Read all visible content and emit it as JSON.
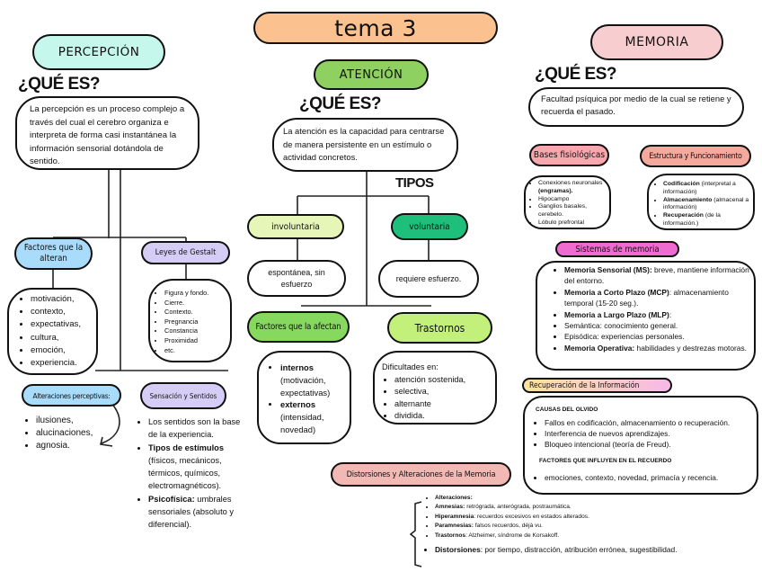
{
  "title": "tema 3",
  "colors": {
    "title_bg": "#fbc28f",
    "percepcion_bg": "#c5f7ec",
    "atencion_bg": "#8ed160",
    "memoria_bg": "#f7cdd0",
    "blue_bg": "#a9dcfa",
    "lavender_bg": "#d6cdf7",
    "light_green_bg": "#e6f6b9",
    "teal_bg": "#1dbf7b",
    "green_bg": "#86d95e",
    "lime_bg": "#c3f07a",
    "pink_bg": "#f7a7ad",
    "salmon_bg": "#f5a89c",
    "magenta_bg": "#f06bd0",
    "distorsion_bg": "#f2b8b4"
  },
  "percepcion": {
    "header": "PERCEPCIÓN",
    "question": "¿QUÉ ES?",
    "definition": "La percepción es un proceso complejo a través del cual el cerebro organiza e interpreta de forma casi instantánea la información sensorial dotándola de sentido.",
    "factores": {
      "label": "Factores que la alteran",
      "items": [
        "motivación,",
        "contexto,",
        "expectativas,",
        "cultura,",
        "emoción,",
        "experiencia."
      ]
    },
    "gestalt": {
      "label": "Leyes de Gestalt",
      "items": [
        "Figura y fondo.",
        "Cierre.",
        "Contexto.",
        "Pregnancia",
        "Constancia",
        "Proximidad",
        "etc."
      ]
    },
    "alteraciones": {
      "label": "Alteraciones perceptivas:",
      "items": [
        "ilusiones,",
        "alucinaciones,",
        "agnosia."
      ]
    },
    "sensacion": {
      "label": "Sensación y Sentidos",
      "items": [
        {
          "bold": "",
          "text": "Los sentidos son la base de la experiencia."
        },
        {
          "bold": "Tipos de estímulos",
          "text": " (físicos, mecánicos, térmicos, químicos, electromagnéticos)."
        },
        {
          "bold": "Psicofísica:",
          "text": " umbrales sensoriales (absoluto y diferencial)."
        }
      ]
    }
  },
  "atencion": {
    "header": "ATENCIÓN",
    "question": "¿QUÉ ES?",
    "definition": "La atención es la capacidad para centrarse de manera persistente en un estímulo o actividad concretos.",
    "tipos_label": "TIPOS",
    "involuntaria": {
      "label": "involuntaria",
      "desc": "espontánea, sin esfuerzo"
    },
    "voluntaria": {
      "label": "voluntaria",
      "desc": "requiere esfuerzo."
    },
    "factores": {
      "label": "Factores que la afectan",
      "items": [
        {
          "bold": "internos",
          "text": "(motivación, expectativas)"
        },
        {
          "bold": "externos",
          "text": "(intensidad, novedad)"
        }
      ]
    },
    "trastornos": {
      "label": "Trastornos",
      "intro": "Dificultades en:",
      "items": [
        "atención sostenida,",
        "selectiva,",
        "alternante",
        "dividida."
      ]
    }
  },
  "memoria": {
    "header": "MEMORIA",
    "question": "¿QUÉ ES?",
    "definition": "Facultad psíquica por medio de la cual se retiene y recuerda el pasado.",
    "bases": {
      "label": "Bases fisiológicas",
      "items": [
        {
          "text": "Conexiones neuronales ",
          "bold": "(engramas)."
        },
        {
          "text": "Hipocampo",
          "bold": ""
        },
        {
          "text": "Ganglios basales, cerebelo.",
          "bold": ""
        },
        {
          "text": "Lóbulo prefrontal",
          "bold": ""
        }
      ]
    },
    "estructura": {
      "label": "Estructura y Funcionamiento",
      "items": [
        {
          "bold": "Codificación",
          "text": " (interpretal a información)"
        },
        {
          "bold": "Almacenamiento",
          "text": " (almacenal a información)"
        },
        {
          "bold": "Recuperación",
          "text": " (de la información.)"
        }
      ]
    },
    "sistemas": {
      "label": "Sistemas de memoria",
      "items": [
        {
          "bold": "Memoria Sensorial (MS):",
          "text": " breve, mantiene información del entorno."
        },
        {
          "bold": "Memoria a Corto Plazo (MCP)",
          "text": ": almacenamiento temporal (15-20 seg.)."
        },
        {
          "bold": "Memoria a Largo Plazo (MLP)",
          "text": ":"
        },
        {
          "bold": "",
          "text": "Semántica: conocimiento general."
        },
        {
          "bold": "",
          "text": "Episódica: experiencias personales."
        },
        {
          "bold": "Memoria Operativa:",
          "text": " habilidades y destrezas motoras."
        }
      ]
    },
    "recuperacion": {
      "label": "Recuperación de la Información",
      "causas_heading": "CAUSAS DEL OLVIDO",
      "causas": [
        "Fallos en codificación, almacenamiento o recuperación.",
        "Interferencia de nuevos aprendizajes.",
        "Bloqueo intencional (teoría de Freud)."
      ],
      "factores_heading": "FACTORES QUE INFLUYEN EN EL RECUERDO",
      "factores": [
        "emociones, contexto, novedad, primacía y recencia."
      ]
    },
    "distorsiones": {
      "label": "Distorsiones y Alteraciones de la Memoria",
      "items": [
        {
          "bold": "Alteraciones:",
          "text": ""
        },
        {
          "bold": "Amnesias:",
          "text": " retrógrada, anterógrada, postraumática."
        },
        {
          "bold": "Hiperamnesia",
          "text": ": recuerdos excesivos en estados alterados."
        },
        {
          "bold": "Paramnesias:",
          "text": " falsos recuerdos, déjà vu."
        },
        {
          "bold": "Trastornos",
          "text": ": Alzheimer, síndrome de Korsakoff."
        }
      ],
      "final": {
        "bold": "Distorsiones",
        "text": ": por tiempo, distracción, atribución errónea, sugestibilidad."
      }
    }
  }
}
